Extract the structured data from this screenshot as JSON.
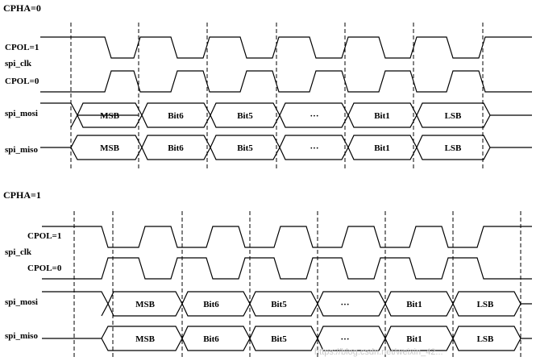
{
  "sections": [
    {
      "title": "CPHA=0",
      "cpol1_label": "CPOL=1",
      "clk_label": "spi_clk",
      "cpol0_label": "CPOL=0",
      "mosi_label": "spi_mosi",
      "miso_label": "spi_miso",
      "mosi_bits": [
        "MSB",
        "Bit6",
        "Bit5",
        "···",
        "Bit1",
        "LSB"
      ],
      "miso_bits": [
        "MSB",
        "Bit6",
        "Bit5",
        "···",
        "Bit1",
        "LSB"
      ]
    },
    {
      "title": "CPHA=1",
      "cpol1_label": "CPOL=1",
      "clk_label": "spi_clk",
      "cpol0_label": "CPOL=0",
      "mosi_label": "spi_mosi",
      "miso_label": "spi_miso",
      "mosi_bits": [
        "MSB",
        "Bit6",
        "Bit5",
        "···",
        "Bit1",
        "LSB"
      ],
      "miso_bits": [
        "MSB",
        "Bit6",
        "Bit5",
        "···",
        "Bit1",
        "LSB"
      ]
    }
  ],
  "watermark": "https://blog.csdn.net/weixin_42..."
}
